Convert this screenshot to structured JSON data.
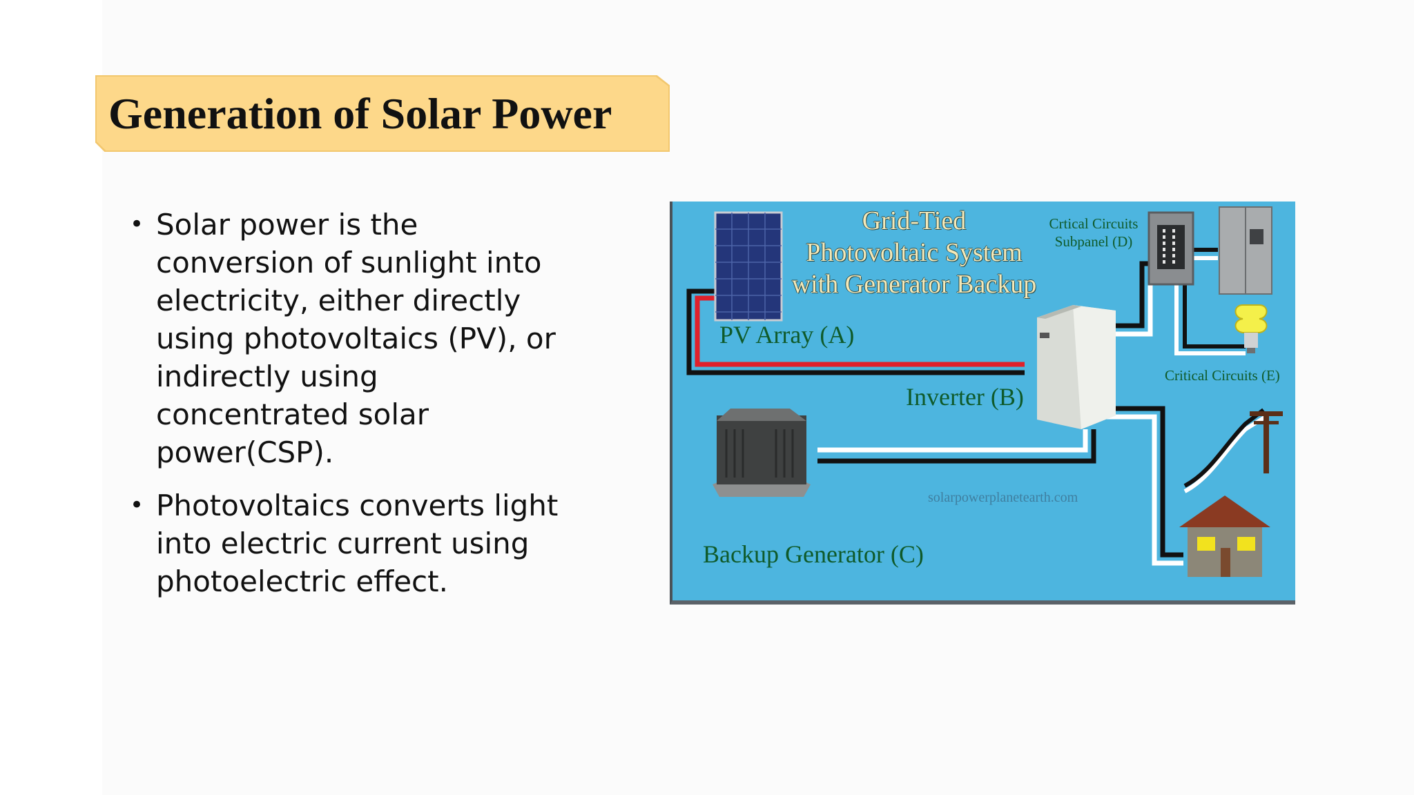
{
  "slide": {
    "title": "Generation of Solar Power",
    "bullets": [
      "Solar power is the conversion of sunlight into electricity, either directly using photovoltaics (PV), or indirectly using concentrated solar power(CSP).",
      "Photovoltaics converts light into electric current using photoelectric effect."
    ],
    "bullet_glyph": "•"
  },
  "diagram": {
    "title_lines": [
      "Grid-Tied",
      "Photovoltaic System",
      "with Generator Backup"
    ],
    "labels": {
      "pv_array": "PV Array (A)",
      "inverter": "Inverter (B)",
      "backup_generator": "Backup Generator (C)",
      "subpanel_line1": "Crtical Circuits",
      "subpanel_line2": "Subpanel (D)",
      "critical_circuits": "Critical Circuits (E)"
    },
    "watermark": "solarpowerplanetearth.com",
    "colors": {
      "background": "#4db5df",
      "title_banner": "#fdd88a",
      "wire_red": "#e0202a",
      "wire_black": "#111111",
      "wire_white": "#ffffff",
      "label_green": "#0f5a2a"
    },
    "icons": [
      "solar-panel-icon",
      "inverter-icon",
      "generator-icon",
      "breaker-panel-icon",
      "refrigerator-icon",
      "light-bulb-icon",
      "utility-pole-icon",
      "house-icon"
    ]
  }
}
